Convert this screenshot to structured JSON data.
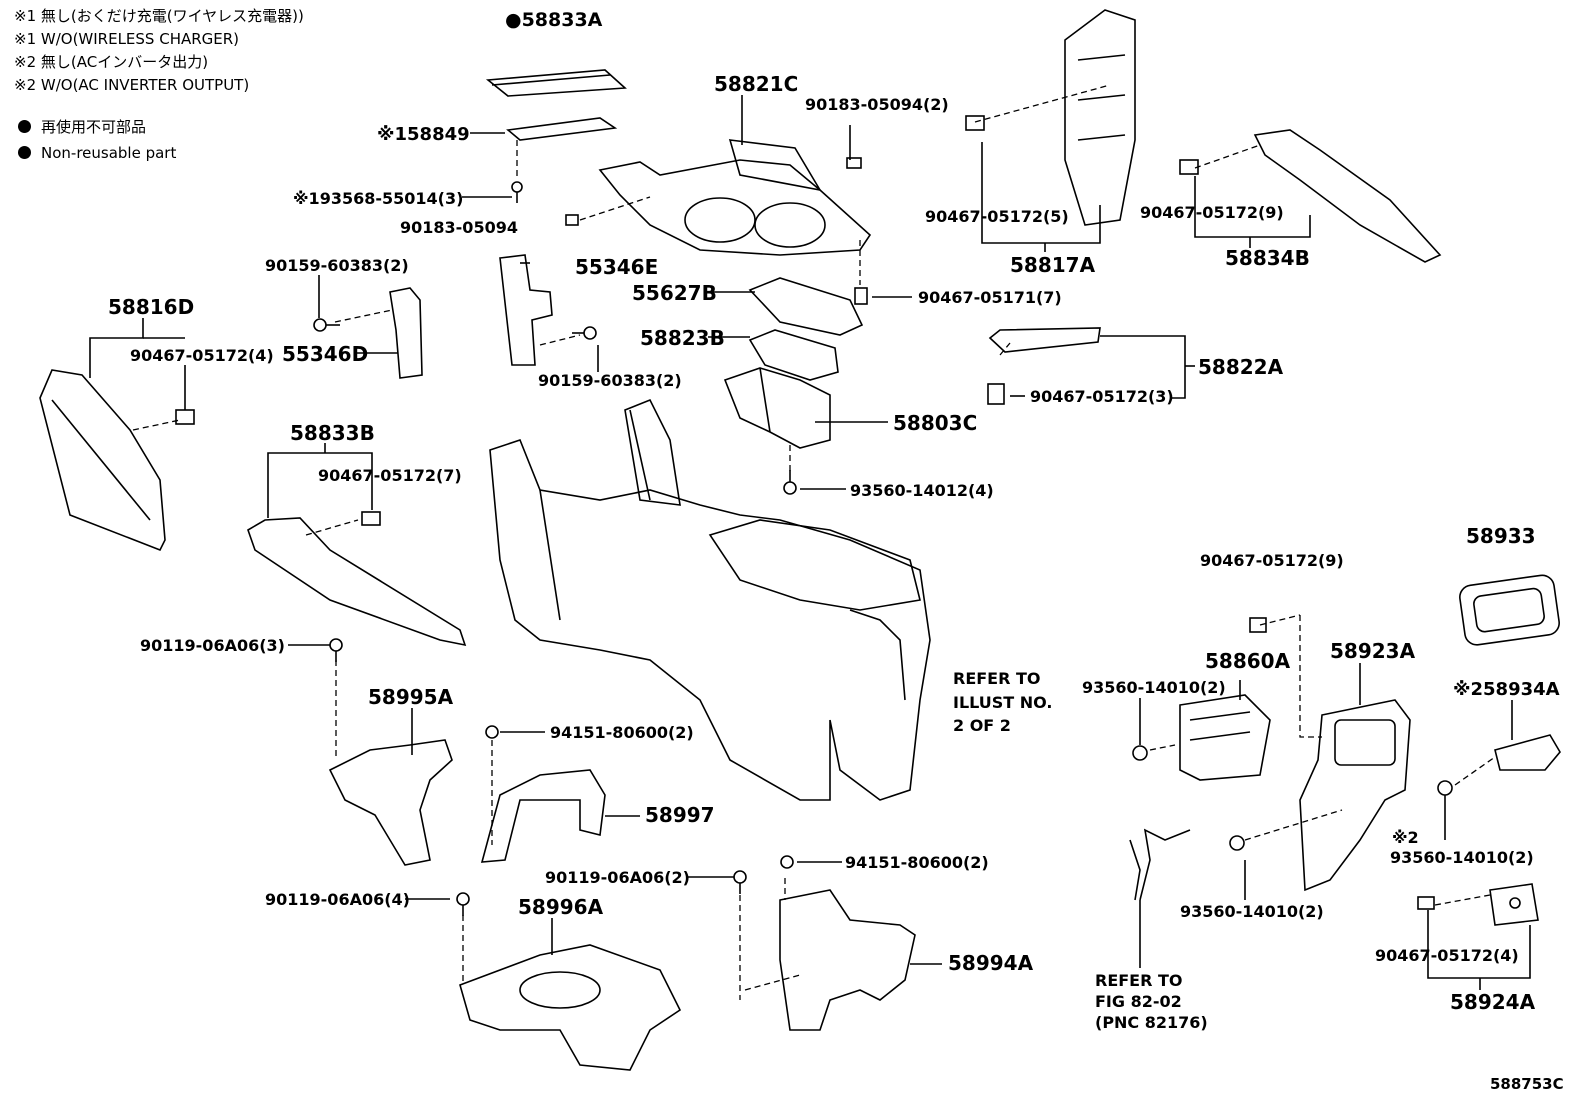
{
  "notes": [
    "※1 無し(おくだけ充電(ワイヤレス充電器))",
    "※1 W/O(WIRELESS CHARGER)",
    "※2 無し(ACインバータ出力)",
    "※2 W/O(AC INVERTER OUTPUT)"
  ],
  "legend": {
    "jp": "再使用不可部品",
    "en": "Non-reusable part"
  },
  "labels": {
    "p58833A": "●58833A",
    "p58849": "※158849",
    "p93568": "※193568-55014(3)",
    "p90183a": "90183-05094",
    "p58821C": "58821C",
    "p90183b": "90183-05094(2)",
    "p90467_5": "90467-05172(5)",
    "p58817A": "58817A",
    "p90467_9a": "90467-05172(9)",
    "p58834B": "58834B",
    "p90159a": "90159-60383(2)",
    "p55346E": "55346E",
    "p55627B": "55627B",
    "p90467_05171": "90467-05171(7)",
    "p58816D": "58816D",
    "p90467_4a": "90467-05172(4)",
    "p55346D": "55346D",
    "p58823B": "58823B",
    "p90159b": "90159-60383(2)",
    "p58822A": "58822A",
    "p90467_3": "90467-05172(3)",
    "p58803C": "58803C",
    "p93560_14012": "93560-14012(4)",
    "p58833B": "58833B",
    "p90467_7": "90467-05172(7)",
    "p58933": "58933",
    "p90467_9b": "90467-05172(9)",
    "p90119_3": "90119-06A06(3)",
    "refer1": "REFER TO",
    "refer2": "ILLUST NO.",
    "refer3": "2 OF 2",
    "p58860A": "58860A",
    "p58923A": "58923A",
    "p58934A": "※258934A",
    "p93560_a": "93560-14010(2)",
    "p58995A": "58995A",
    "p94151a": "94151-80600(2)",
    "p58997": "58997",
    "p90119_2": "90119-06A06(2)",
    "p94151b": "94151-80600(2)",
    "p90119_4": "90119-06A06(4)",
    "p58996A": "58996A",
    "p58994A": "58994A",
    "mark2": "※2",
    "p93560_b": "93560-14010(2)",
    "p93560_c": "93560-14010(2)",
    "p90467_4b": "90467-05172(4)",
    "p58924A": "58924A",
    "fig1": "REFER TO",
    "fig2": "FIG 82-02",
    "fig3": "(PNC 82176)",
    "code": "588753C"
  }
}
